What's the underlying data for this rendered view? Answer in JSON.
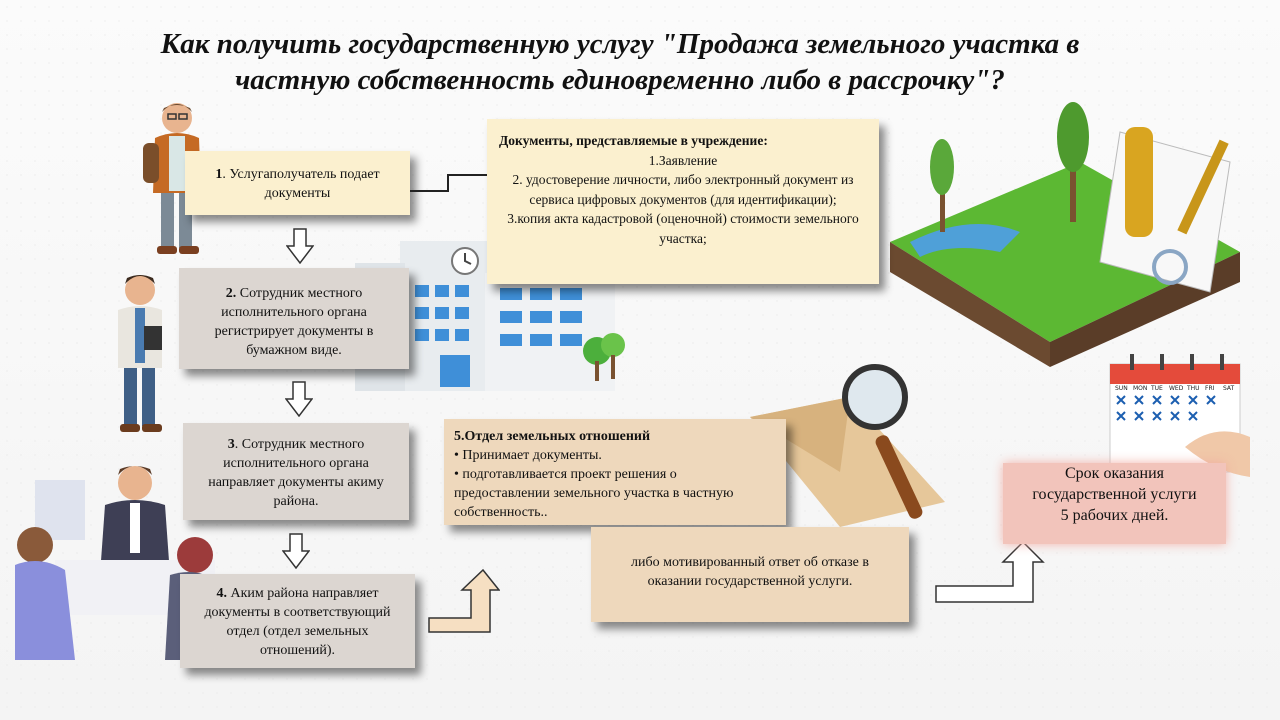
{
  "title_line1": "Как получить государственную услугу \"Продажа земельного участка в",
  "title_line2": "частную собственность единовременно либо в рассрочку\"?",
  "step1": {
    "num": "1",
    "text": ". Услугаполучатель  подает документы"
  },
  "step2": {
    "num": "2.",
    "text": " Сотрудник местного исполнительного органа регистрирует документы в бумажном виде."
  },
  "step3": {
    "num": "3",
    "text": ". Сотрудник местного исполнительного органа направляет документы акиму района."
  },
  "step4": {
    "num": "4.",
    "text": " Аким района направляет документы в соответствующий отдел (отдел земельных отношений)."
  },
  "docs": {
    "heading": "Документы, представляемые в учреждение:",
    "item1": "1.Заявление",
    "item2": "2. удостоверение личности, либо электронный документ из сервиса цифровых документов (для идентификации);",
    "item3": "3.копия акта кадастровой (оценочной) стоимости земельного участка;"
  },
  "step5": {
    "heading": "5.Отдел земельных отношений",
    "bullet1": "• Принимает документы.",
    "bullet2": "• подготавливается проект решения о предоставлении земельного участка в частную собственность.."
  },
  "refusal": "либо мотивированный ответ об отказе в оказании государственной услуги.",
  "deadline": {
    "line1": "Срок оказания",
    "line2": "государственной услуги",
    "line3": "5 рабочих дней."
  },
  "calendar_days": [
    "SUN",
    "MON",
    "TUE",
    "WED",
    "THU",
    "FRI",
    "SAT"
  ],
  "colors": {
    "cream": "#fbf0cf",
    "grey": "#dcd6d1",
    "tan": "#eed8bc",
    "pink": "#f2c4bb"
  }
}
